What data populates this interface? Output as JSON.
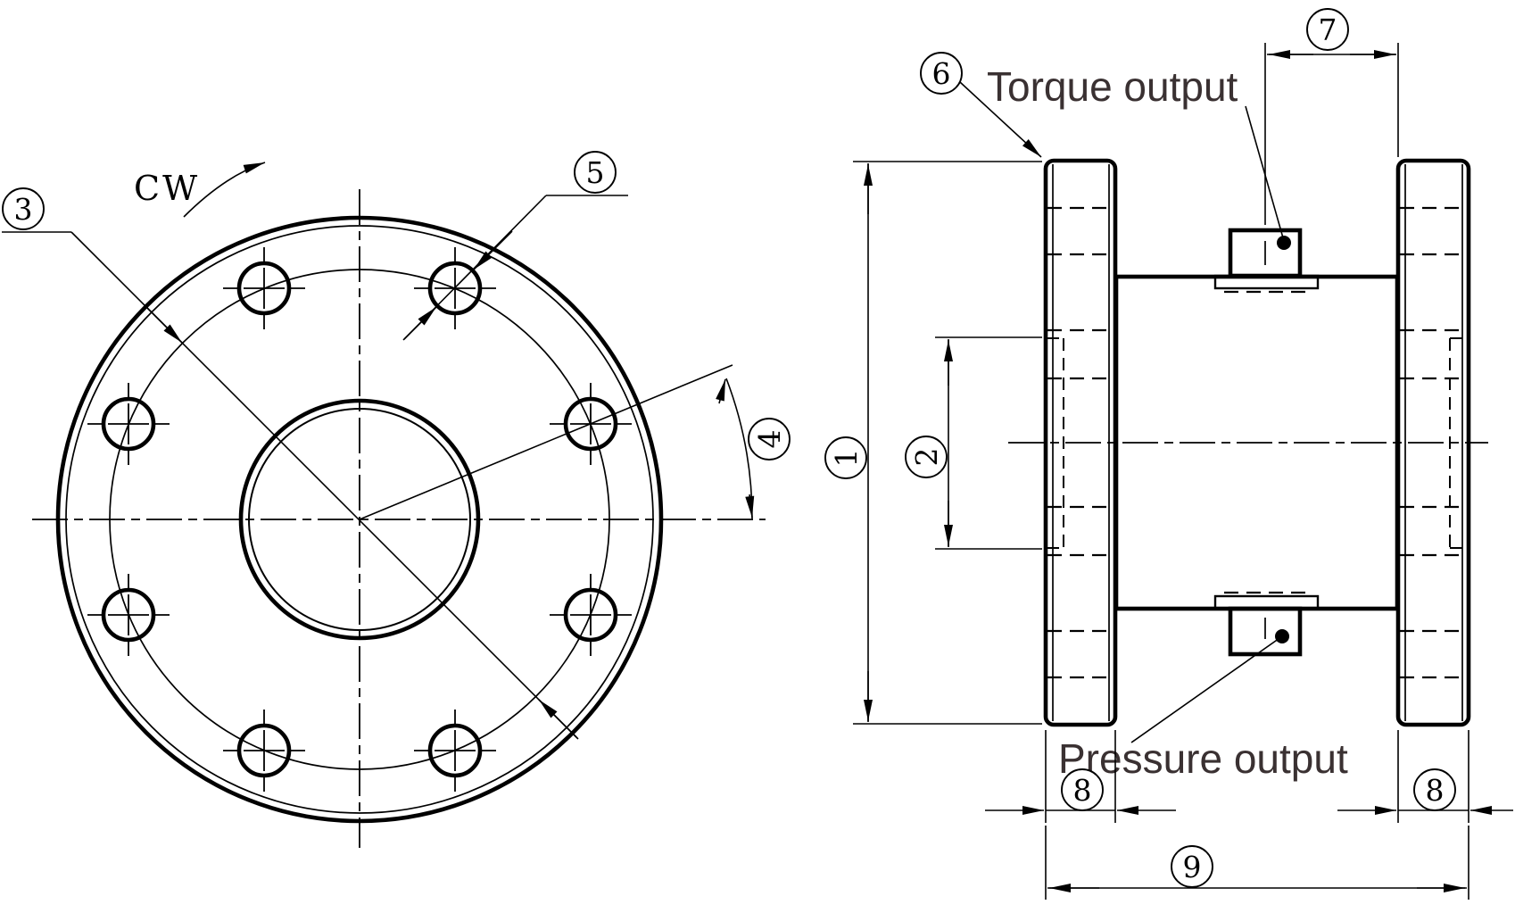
{
  "drawing": {
    "rotation_label": "CW",
    "labels": {
      "torque_output": "Torque output",
      "pressure_output": "Pressure output"
    },
    "balloons": {
      "b1": "1",
      "b2": "2",
      "b3": "3",
      "b4": "4",
      "b5": "5",
      "b6": "6",
      "b7": "7",
      "b8": "8",
      "b9": "9"
    },
    "colors": {
      "line": "#000000",
      "annotation_text": "#3a3132",
      "background": "#ffffff"
    }
  }
}
